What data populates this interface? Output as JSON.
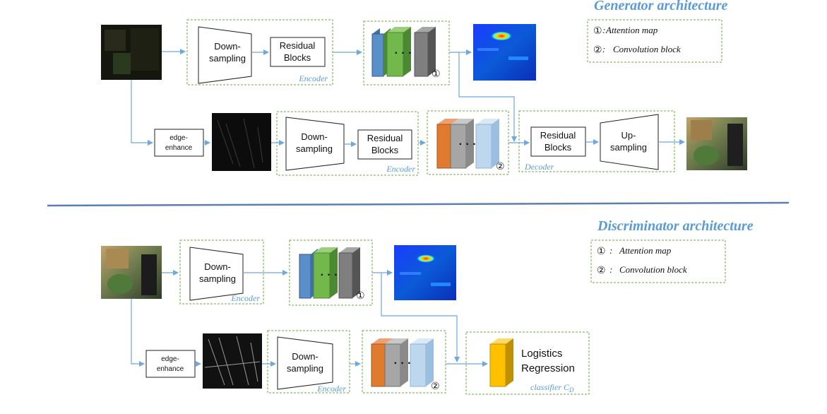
{
  "generator": {
    "title": "Generator architecture",
    "legend": {
      "item1_num": "①",
      "item1_text": "Attention map",
      "item2_num": "②",
      "item2_text": "Convolution  block"
    },
    "encoder_top": {
      "down": [
        "Down-",
        "sampling"
      ],
      "res": [
        "Residual",
        "Blocks"
      ],
      "label": "Encoder"
    },
    "circ1": "①",
    "edge": [
      "edge-",
      "enhance"
    ],
    "encoder_bottom": {
      "down": [
        "Down-",
        "sampling"
      ],
      "res": [
        "Residual",
        "Blocks"
      ],
      "label": "Encoder"
    },
    "circ2": "②",
    "decoder": {
      "res": [
        "Residual",
        "Blocks"
      ],
      "up": [
        "Up-",
        "sampling"
      ],
      "label": "Decoder"
    },
    "dots": "· · ·"
  },
  "discriminator": {
    "title": "Discriminator architecture",
    "legend": {
      "item1_num": "①",
      "item1_text": "Attention map",
      "item2_num": "②",
      "item2_text": "Convolution  block"
    },
    "encoder_top": {
      "down": [
        "Down-",
        "sampling"
      ],
      "label": "Encoder"
    },
    "circ1": "①",
    "edge": [
      "edge-",
      "enhance"
    ],
    "encoder_bottom": {
      "down": [
        "Down-",
        "sampling"
      ],
      "label": "Encoder"
    },
    "circ2": "②",
    "classifier": {
      "text": [
        "Logistics",
        "Regression"
      ],
      "label": "classifier C",
      "sub": "D"
    },
    "dots": "· · ·"
  },
  "colors": {
    "accent": "#5b9bd5",
    "dashed_border": "#6aaa4a",
    "block_blue": "#5b8fc9",
    "block_green": "#72b84a",
    "block_gray": "#7f7f7f",
    "block_orange": "#e07a2e",
    "block_lightblue": "#bdd7ee",
    "classifier_yellow": "#ffc000"
  }
}
